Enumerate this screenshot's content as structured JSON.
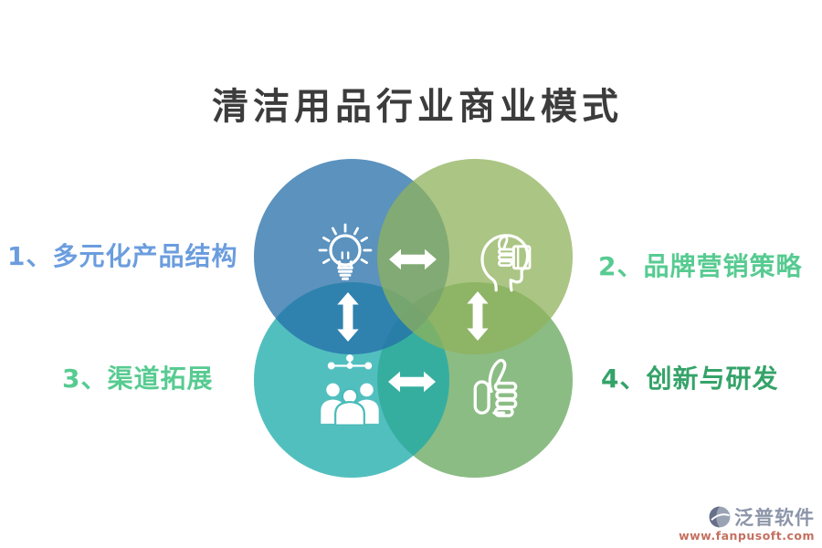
{
  "title": "清洁用品行业商业模式",
  "title_color": "#3c3c3c",
  "diagram": {
    "type": "venn-4-circle",
    "items": [
      {
        "label": "1、多元化产品结构",
        "label_color": "#6b9dde",
        "circle_color": "#5b92be",
        "icon": "lightbulb-icon",
        "position": "top-left"
      },
      {
        "label": "2、品牌营销策略",
        "label_color": "#57cb91",
        "circle_color": "#abc584",
        "icon": "head-thumbs-up-icon",
        "position": "top-right"
      },
      {
        "label": "3、渠道拓展",
        "label_color": "#57cb91",
        "circle_color": "#52bfbf",
        "icon": "team-network-icon",
        "position": "bottom-left"
      },
      {
        "label": "4、创新与研发",
        "label_color": "#35a369",
        "circle_color": "#8bbc84",
        "icon": "thumbs-up-icon",
        "position": "bottom-right"
      }
    ],
    "connectors": [
      "double-arrow-horizontal-top",
      "double-arrow-horizontal-bottom",
      "double-arrow-vertical-left",
      "double-arrow-vertical-right"
    ],
    "connector_color": "#ffffff"
  },
  "watermark": {
    "brand": "泛普软件",
    "url": "www.fanpusoft.com",
    "brand_color": "#8c95a8",
    "url_color": "#c5705f"
  }
}
